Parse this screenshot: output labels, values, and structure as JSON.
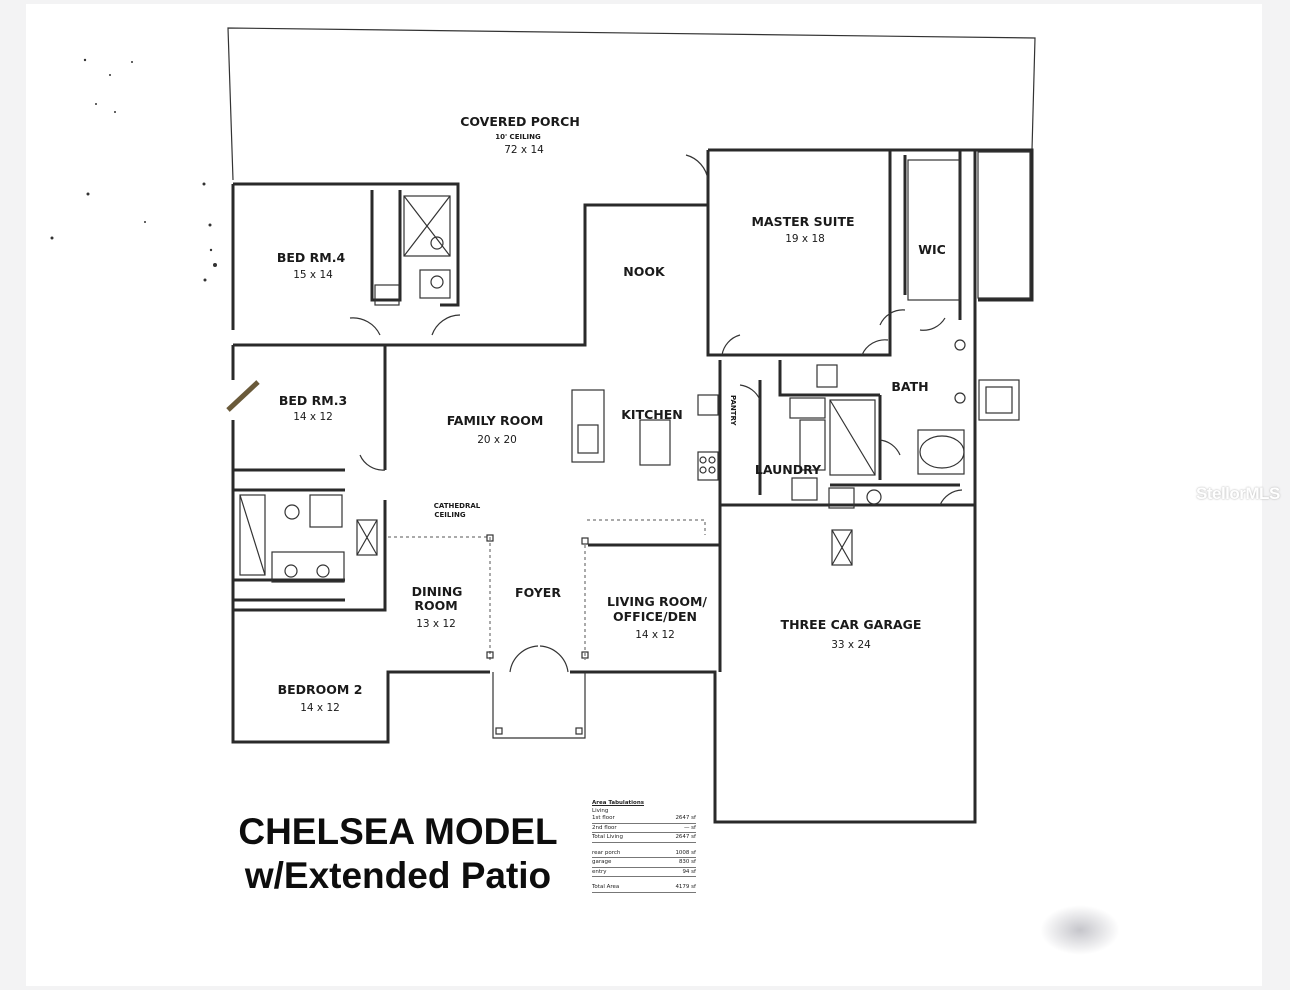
{
  "plan": {
    "rooms": {
      "covered_porch": {
        "name": "COVERED PORCH",
        "note": "10' CEILING",
        "size": "72 x 14"
      },
      "master_suite": {
        "name": "MASTER SUITE",
        "size": "19 x 18"
      },
      "wic": {
        "name": "WIC"
      },
      "bed4": {
        "name": "BED RM.4",
        "size": "15 x 14"
      },
      "nook": {
        "name": "NOOK"
      },
      "bed3": {
        "name": "BED RM.3",
        "size": "14 x 12"
      },
      "family_room": {
        "name": "FAMILY ROOM",
        "size": "20 x 20"
      },
      "kitchen": {
        "name": "KITCHEN"
      },
      "pantry": {
        "name": "PANTRY"
      },
      "bath": {
        "name": "BATH"
      },
      "laundry": {
        "name": "LAUNDRY"
      },
      "cathedral": {
        "line1": "CATHEDRAL",
        "line2": "CEILING"
      },
      "dining": {
        "line1": "DINING",
        "line2": "ROOM",
        "size": "13 x 12"
      },
      "foyer": {
        "name": "FOYER"
      },
      "living": {
        "line1": "LIVING ROOM/",
        "line2": "OFFICE/DEN",
        "size": "14 x 12"
      },
      "garage": {
        "name": "THREE CAR GARAGE",
        "size": "33 x 24"
      },
      "bedroom2": {
        "name": "BEDROOM 2",
        "size": "14 x 12"
      }
    }
  },
  "title": {
    "line1": "CHELSEA MODEL",
    "line2": "w/Extended Patio"
  },
  "area_tabulations": {
    "heading": "Area Tabulations",
    "living_label": "Living",
    "rows": [
      {
        "label": "1st floor",
        "value": "2647",
        "unit": "sf"
      },
      {
        "label": "2nd floor",
        "value": "—",
        "unit": "sf"
      },
      {
        "label": "Total Living",
        "value": "2647",
        "unit": "sf"
      },
      {
        "label": "rear porch",
        "value": "1008",
        "unit": "sf"
      },
      {
        "label": "garage",
        "value": "830",
        "unit": "sf"
      },
      {
        "label": "entry",
        "value": "94",
        "unit": "sf"
      },
      {
        "label": "Total Area",
        "value": "4179",
        "unit": "sf"
      }
    ]
  },
  "watermark": "StellorMLS"
}
